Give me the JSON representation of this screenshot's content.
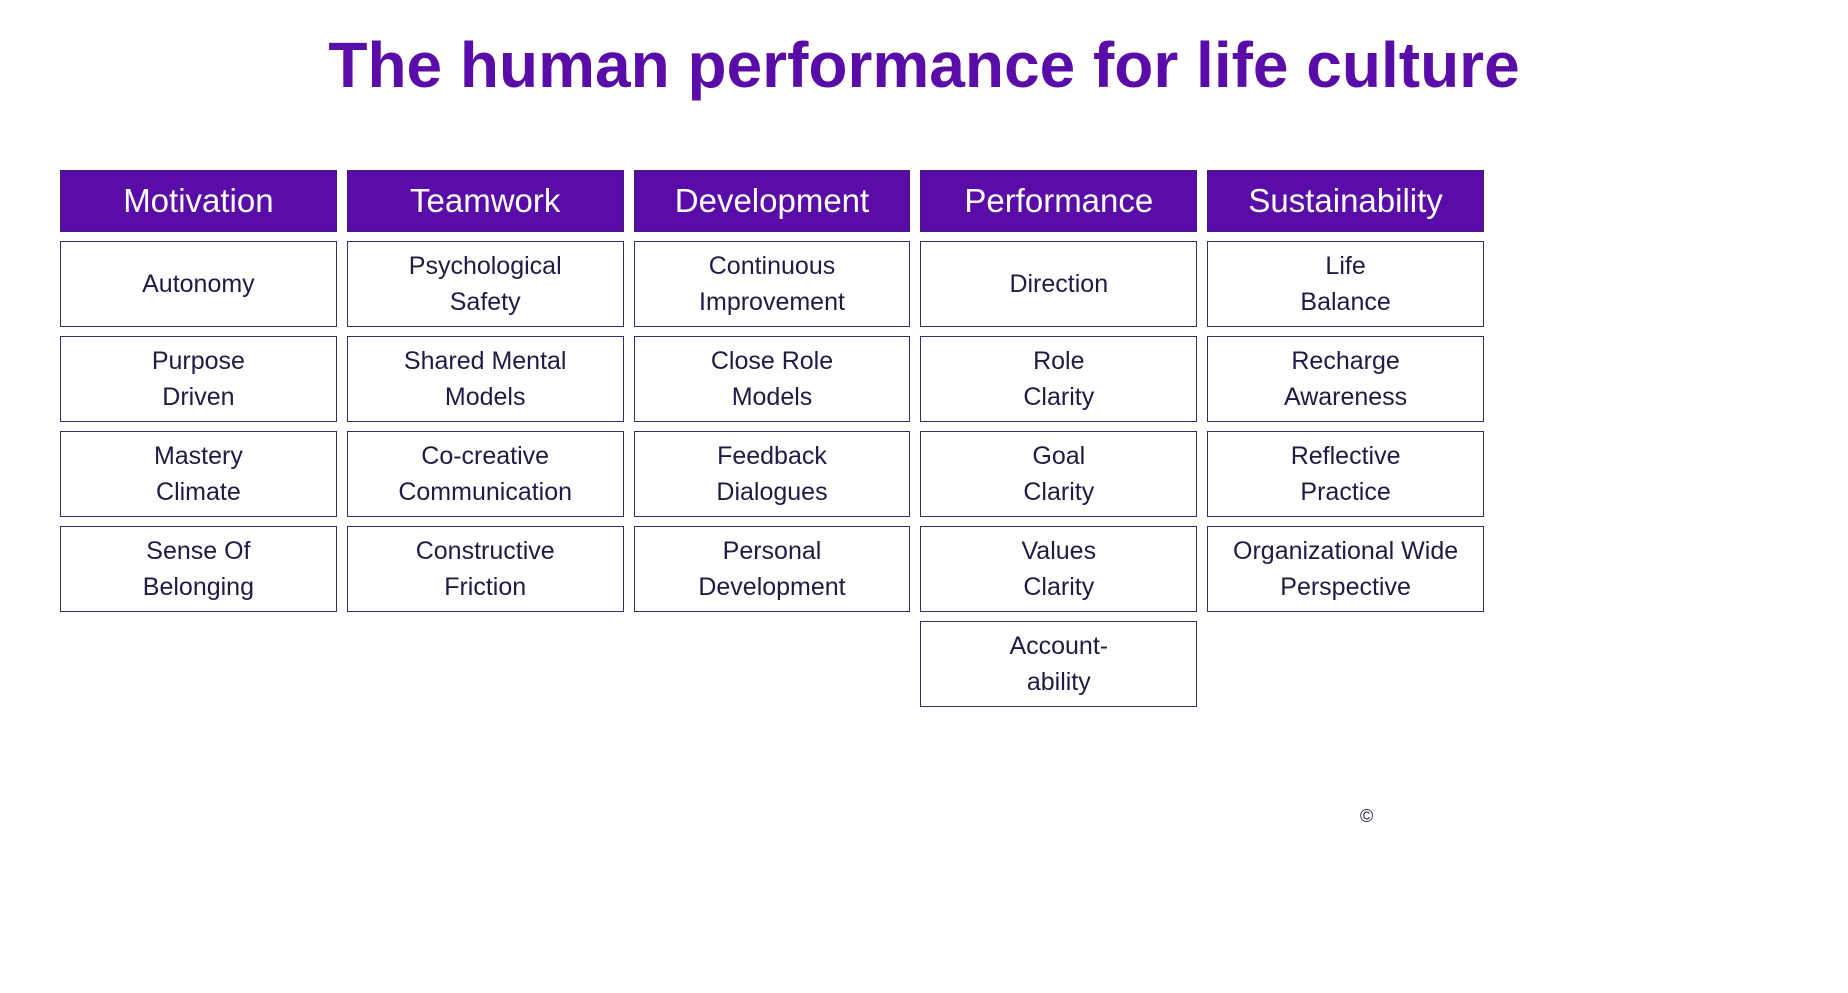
{
  "title": "The human performance for life culture",
  "colors": {
    "header_bg": "#5A0CA8",
    "header_text": "#ffffff",
    "title_text": "#5A0CA8",
    "cell_border": "#3B2B75",
    "cell_text": "#1F1B45"
  },
  "copyright_symbol": "©",
  "columns": [
    {
      "header": "Motivation",
      "cells": [
        "Autonomy",
        "Purpose\nDriven",
        "Mastery\nClimate",
        "Sense Of\nBelonging"
      ]
    },
    {
      "header": "Teamwork",
      "cells": [
        "Psychological\nSafety",
        "Shared Mental\nModels",
        "Co-creative\nCommunication",
        "Constructive\nFriction"
      ]
    },
    {
      "header": "Development",
      "cells": [
        "Continuous\nImprovement",
        "Close Role\nModels",
        "Feedback\nDialogues",
        "Personal\nDevelopment"
      ]
    },
    {
      "header": "Performance",
      "cells": [
        "Direction",
        "Role\nClarity",
        "Goal\nClarity",
        "Values\nClarity",
        "Account-\nability"
      ]
    },
    {
      "header": "Sustainability",
      "cells": [
        "Life\nBalance",
        "Recharge\nAwareness",
        "Reflective\nPractice",
        "Organizational Wide\nPerspective"
      ]
    }
  ]
}
